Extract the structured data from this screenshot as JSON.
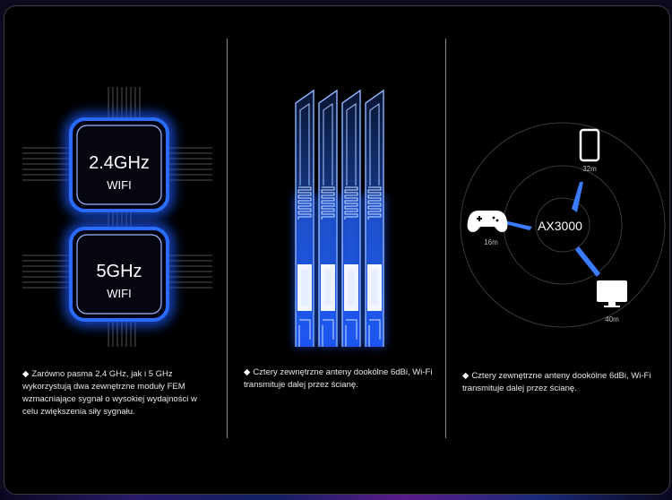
{
  "columns": [
    {
      "chips": [
        {
          "band": "2.4GHz",
          "label": "WIFI"
        },
        {
          "band": "5GHz",
          "label": "WIFI"
        }
      ],
      "description": "Zarówno pasma 2,4 GHz, jak i 5 GHz wykorzystują dwa zewnętrzne moduły FEM wzmacniające sygnał o wysokiej wydajności w celu zwiększenia siły sygnału."
    },
    {
      "antenna_count": 4,
      "description": "Cztery zewnętrzne anteny dookólne 6dBi, Wi-Fi transmituje dalej przez ścianę."
    },
    {
      "center_label": "AX3000",
      "devices": [
        {
          "icon": "phone-icon",
          "distance": "32m"
        },
        {
          "icon": "gamepad-icon",
          "distance": "16m"
        },
        {
          "icon": "monitor-icon",
          "distance": "40m"
        }
      ],
      "description": "Cztery zewnętrzne anteny dookólne 6dBi, Wi-Fi transmituje dalej przez ścianę."
    }
  ],
  "colors": {
    "background": "#000000",
    "glow": "#1e5bff",
    "accent_light": "#6fa0ff",
    "text": "#e8e8e8"
  }
}
